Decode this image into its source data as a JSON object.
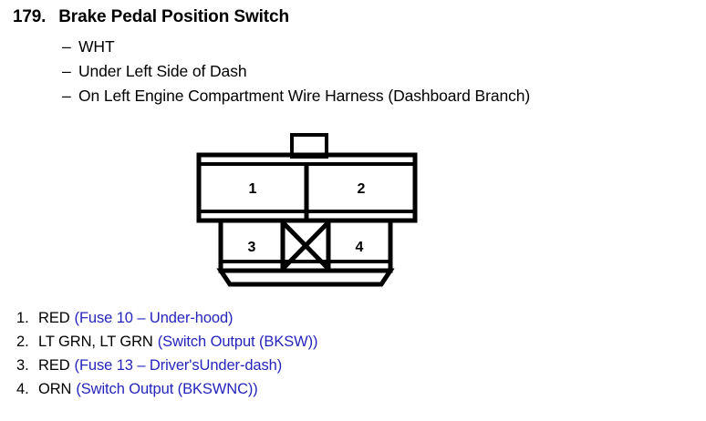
{
  "header": {
    "number": "179.",
    "title": "Brake Pedal Position Switch",
    "details": [
      "WHT",
      "Under Left Side of Dash",
      "On Left Engine Compartment Wire Harness (Dashboard Branch)"
    ],
    "dash_glyph": "–"
  },
  "connector": {
    "pins": [
      {
        "label": "1"
      },
      {
        "label": "2"
      },
      {
        "label": "3"
      },
      {
        "label": "4"
      }
    ],
    "blocked_cavity": "X"
  },
  "legend": {
    "rows": [
      {
        "index": "1.",
        "wire": "RED",
        "description": "(Fuse 10 – Under-hood)"
      },
      {
        "index": "2.",
        "wire": "LT GRN, LT GRN",
        "description": "(Switch Output (BKSW))"
      },
      {
        "index": "3.",
        "wire": "RED",
        "description": "(Fuse 13 – Driver'sUnder-dash)"
      },
      {
        "index": "4.",
        "wire": "ORN",
        "description": "(Switch Output (BKSWNC))"
      }
    ]
  },
  "colors": {
    "text": "#000000",
    "description": "#2525bd",
    "background": "#ffffff",
    "diagram_stroke": "#000000"
  }
}
